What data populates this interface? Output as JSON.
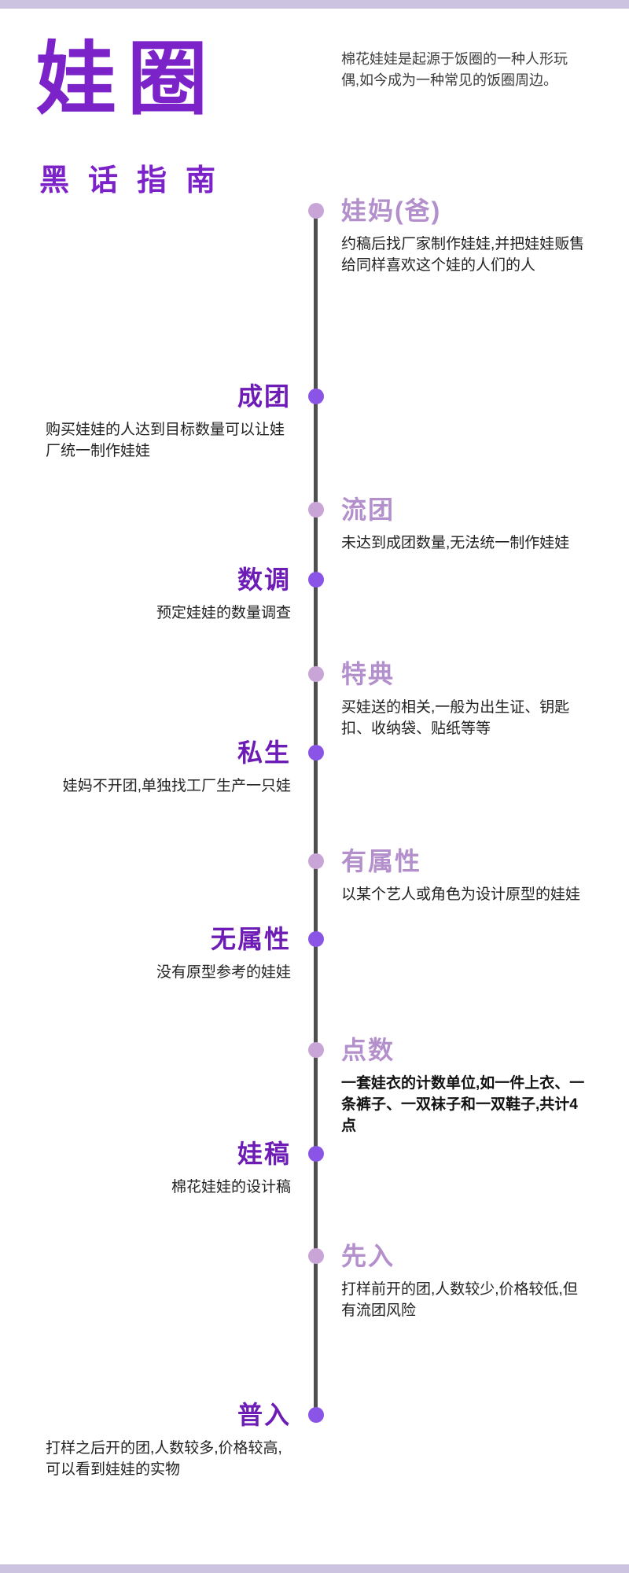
{
  "page": {
    "title": "娃圈",
    "subtitle": "黑话指南",
    "intro": "棉花娃娃是起源于饭圈的一种人形玩偶,如今成为一种常见的饭圈周边。"
  },
  "colors": {
    "primary": "#7c22c9",
    "left_title": "#6d1cb5",
    "left_dot": "#8a55e6",
    "right_title": "#b38fcc",
    "right_dot": "#c9a5d7",
    "line": "#4f4f4f",
    "text": "#222222",
    "intro_text": "#3d3d3d",
    "band": "#cbc3e0"
  },
  "timeline": {
    "entries": [
      {
        "side": "right",
        "title": "娃妈(爸)",
        "desc": "约稿后找厂家制作娃娃,并把娃娃贩售给同样喜欢这个娃的人们的人",
        "bold": false
      },
      {
        "side": "left",
        "title": "成团",
        "desc": "购买娃娃的人达到目标数量可以让娃厂统一制作娃娃",
        "bold": false
      },
      {
        "side": "right",
        "title": "流团",
        "desc": "未达到成团数量,无法统一制作娃娃",
        "bold": false
      },
      {
        "side": "left",
        "title": "数调",
        "desc": "预定娃娃的数量调查",
        "bold": false
      },
      {
        "side": "right",
        "title": "特典",
        "desc": "买娃送的相关,一般为出生证、钥匙扣、收纳袋、贴纸等等",
        "bold": false
      },
      {
        "side": "left",
        "title": "私生",
        "desc": "娃妈不开团,单独找工厂生产一只娃",
        "bold": false
      },
      {
        "side": "right",
        "title": "有属性",
        "desc": "以某个艺人或角色为设计原型的娃娃",
        "bold": false
      },
      {
        "side": "left",
        "title": "无属性",
        "desc": "没有原型参考的娃娃",
        "bold": false
      },
      {
        "side": "right",
        "title": "点数",
        "desc": "一套娃衣的计数单位,如一件上衣、一条裤子、一双袜子和一双鞋子,共计4点",
        "bold": true
      },
      {
        "side": "left",
        "title": "娃稿",
        "desc": "棉花娃娃的设计稿",
        "bold": false
      },
      {
        "side": "right",
        "title": "先入",
        "desc": "打样前开的团,人数较少,价格较低,但有流团风险",
        "bold": false
      },
      {
        "side": "left",
        "title": "普入",
        "desc": "打样之后开的团,人数较多,价格较高,可以看到娃娃的实物",
        "bold": false
      }
    ]
  }
}
